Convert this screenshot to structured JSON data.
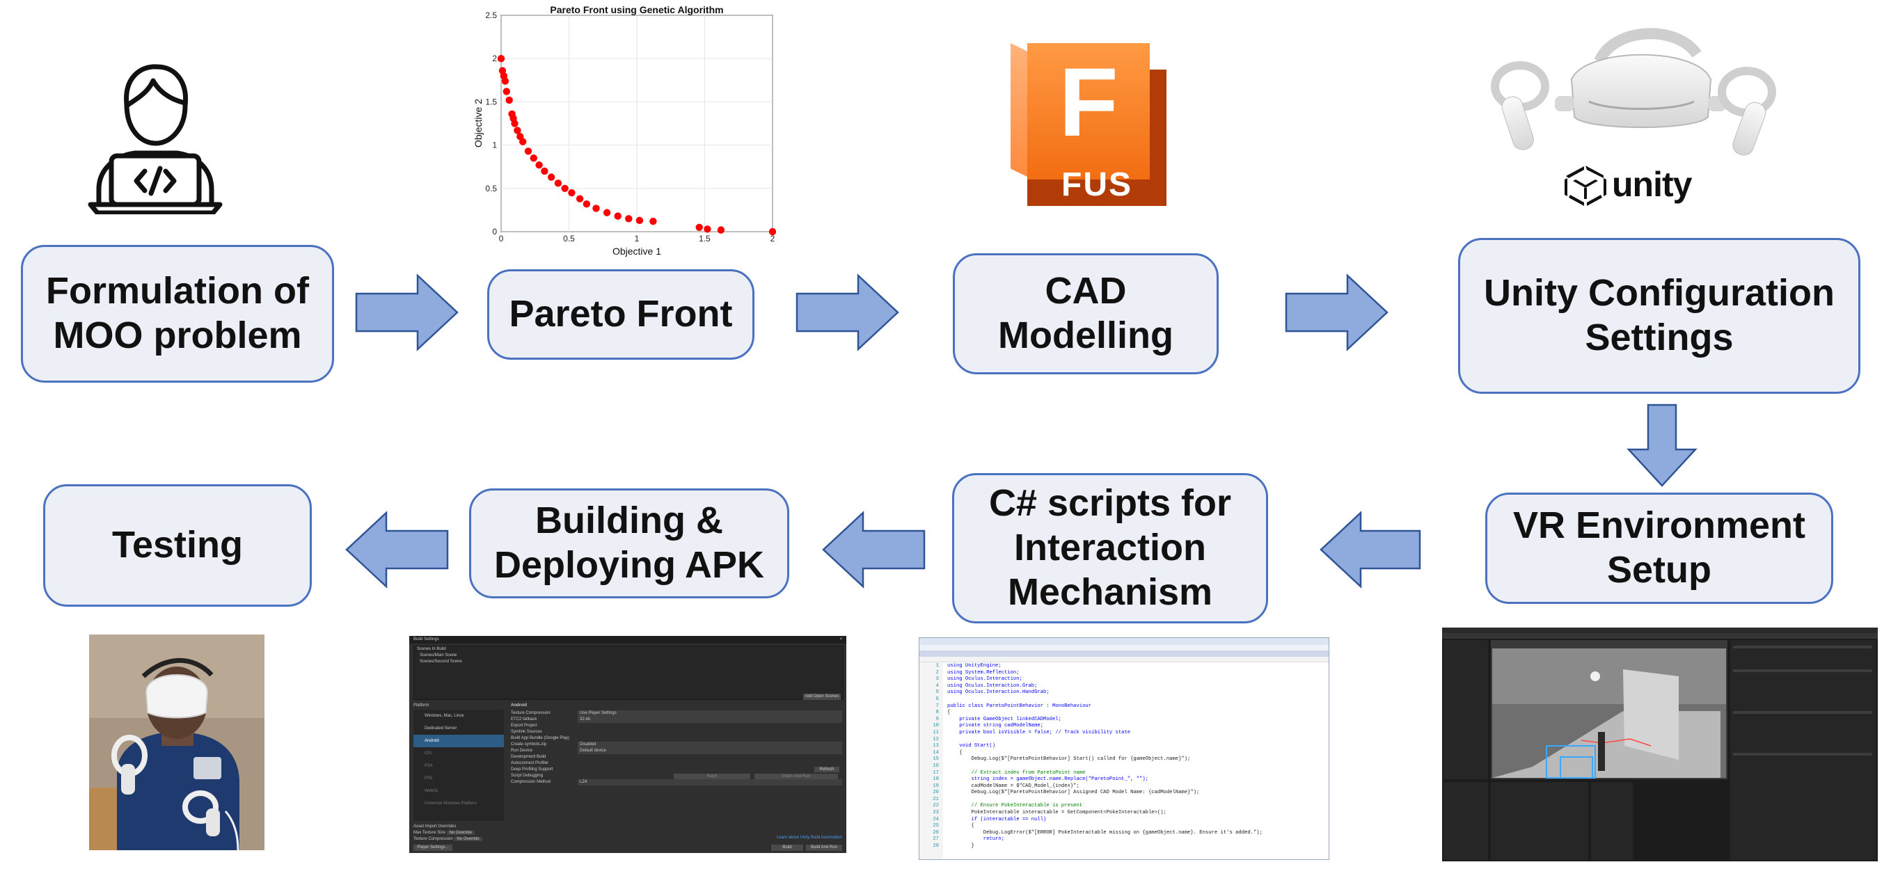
{
  "colors": {
    "box_fill": "#eceff6",
    "box_border": "#4a72c0",
    "arrow_fill": "#8faadc",
    "arrow_stroke": "#2f5597",
    "point": "#ff0000"
  },
  "steps": [
    {
      "id": "formulation",
      "label": "Formulation of\nMOO problem"
    },
    {
      "id": "pareto",
      "label": "Pareto Front"
    },
    {
      "id": "cad",
      "label": "CAD\nModelling"
    },
    {
      "id": "unity",
      "label": "Unity Configuration\nSettings"
    },
    {
      "id": "vr",
      "label": "VR Environment\nSetup"
    },
    {
      "id": "csharp",
      "label": "C# scripts for\nInteraction\nMechanism"
    },
    {
      "id": "build",
      "label": "Building &\nDeploying APK"
    },
    {
      "id": "testing",
      "label": "Testing"
    }
  ],
  "icons": {
    "developer": "developer-laptop-icon",
    "fusion_logo_letter": "F",
    "fusion_logo_text": "FUS",
    "unity_logo_text": "unity",
    "headset": "vr-headset-icon"
  },
  "chart_data": {
    "type": "scatter",
    "title": "Pareto Front using Genetic Algorithm",
    "xlabel": "Objective 1",
    "ylabel": "Objective 2",
    "xlim": [
      0,
      2
    ],
    "ylim": [
      0,
      2.5
    ],
    "xticks": [
      "0",
      "0.5",
      "1",
      "1.5",
      "2"
    ],
    "yticks": [
      "0",
      "0.5",
      "1",
      "1.5",
      "2",
      "2.5"
    ],
    "grid": true,
    "series": [
      {
        "values": [
          [
            0.0,
            2.0
          ],
          [
            0.01,
            1.86
          ],
          [
            0.02,
            1.8
          ],
          [
            0.03,
            1.74
          ],
          [
            0.04,
            1.62
          ],
          [
            0.06,
            1.52
          ],
          [
            0.08,
            1.36
          ],
          [
            0.09,
            1.31
          ],
          [
            0.1,
            1.25
          ],
          [
            0.12,
            1.17
          ],
          [
            0.14,
            1.1
          ],
          [
            0.16,
            1.04
          ],
          [
            0.2,
            0.93
          ],
          [
            0.24,
            0.85
          ],
          [
            0.28,
            0.77
          ],
          [
            0.32,
            0.7
          ],
          [
            0.37,
            0.63
          ],
          [
            0.42,
            0.56
          ],
          [
            0.47,
            0.5
          ],
          [
            0.52,
            0.45
          ],
          [
            0.58,
            0.38
          ],
          [
            0.63,
            0.32
          ],
          [
            0.7,
            0.27
          ],
          [
            0.78,
            0.22
          ],
          [
            0.86,
            0.18
          ],
          [
            0.94,
            0.15
          ],
          [
            1.02,
            0.13
          ],
          [
            1.12,
            0.12
          ],
          [
            1.46,
            0.05
          ],
          [
            1.52,
            0.03
          ],
          [
            1.62,
            0.02
          ],
          [
            2.0,
            0.0
          ]
        ]
      }
    ]
  },
  "screenshot_build": {
    "title": "Build Settings",
    "scenes_header": "Scenes In Build",
    "scenes": [
      "Scenes/Main Scene",
      "Scenes/Second Scene"
    ],
    "add_open_scenes": "Add Open Scenes",
    "platform_header": "Platform",
    "platforms": [
      "Windows, Mac, Linux",
      "Dedicated Server",
      "Android",
      "iOS",
      "PS4",
      "PS5",
      "WebGL",
      "Universal Windows Platform"
    ],
    "selected_platform": "Android",
    "settings": [
      [
        "Texture Compression",
        "Use Player Settings"
      ],
      [
        "ETC2 fallback",
        "32-bit"
      ],
      [
        "Export Project",
        ""
      ],
      [
        "Symlink Sources",
        ""
      ],
      [
        "Build App Bundle (Google Play)",
        ""
      ],
      [
        "Create symbols.zip",
        "Disabled"
      ],
      [
        "Run Device",
        "Default device"
      ],
      [
        "Development Build",
        ""
      ],
      [
        "Autoconnect Profiler",
        ""
      ],
      [
        "Deep Profiling Support",
        ""
      ],
      [
        "Script Debugging",
        ""
      ],
      [
        "Compression Method",
        "LZ4"
      ]
    ],
    "refresh": "Refresh",
    "patch": "Patch",
    "patch_and_run": "Patch And Run",
    "asset_import": "Asset Import Overrides",
    "max_texture": "Max Texture Size",
    "texture_compression": "Texture Compression",
    "no_override": "No Override",
    "learn_link": "Learn about Unity Build Automation",
    "player_settings": "Player Settings...",
    "build": "Build",
    "build_and_run": "Build And Run"
  },
  "screenshot_code": {
    "code_lines": [
      "using UnityEngine;",
      "using System.Reflection;",
      "using Oculus.Interaction;",
      "using Oculus.Interaction.Grab;",
      "using Oculus.Interaction.HandGrab;",
      "",
      "public class ParetoPointBehavior : MonoBehaviour",
      "{",
      "    private GameObject linkedCADModel;",
      "    private string cadModelName;",
      "    private bool isVisible = false; // Track visibility state",
      "",
      "    void Start()",
      "    {",
      "        Debug.Log($\"[ParetoPointBehavior] Start() called for {gameObject.name}\");",
      "",
      "        // Extract index from ParetoPoint name",
      "        string index = gameObject.name.Replace(\"ParetoPoint_\", \"\");",
      "        cadModelName = $\"CAD_Model_{index}\";",
      "        Debug.Log($\"[ParetoPointBehavior] Assigned CAD Model Name: {cadModelName}\");",
      "",
      "        // Ensure PokeInteractable is present",
      "        PokeInteractable interactable = GetComponent<PokeInteractable>();",
      "        if (interactable == null)",
      "        {",
      "            Debug.LogError($\"[ERROR] PokeInteractable missing on {gameObject.name}. Ensure it's added.\");",
      "            return;",
      "        }"
    ]
  }
}
